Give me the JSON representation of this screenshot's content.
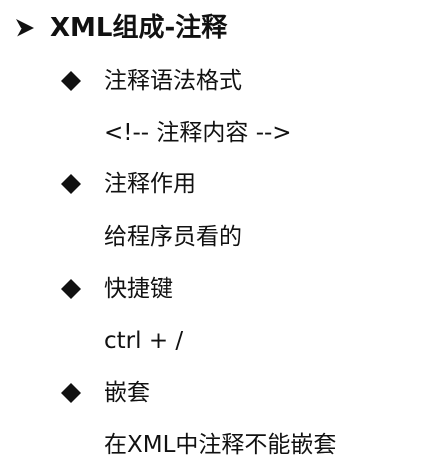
{
  "title": "XML组成-注释",
  "icons": {
    "title_marker": "arrowhead-icon",
    "bullet_marker": "diamond-icon"
  },
  "colors": {
    "text": "#111111",
    "background": "#ffffff"
  },
  "items": [
    {
      "label": "注释语法格式",
      "detail": "<!-- 注释内容 -->"
    },
    {
      "label": "注释作用",
      "detail": "给程序员看的"
    },
    {
      "label": "快捷键",
      "detail": "ctrl + /"
    },
    {
      "label": "嵌套",
      "detail": "在XML中注释不能嵌套"
    }
  ]
}
